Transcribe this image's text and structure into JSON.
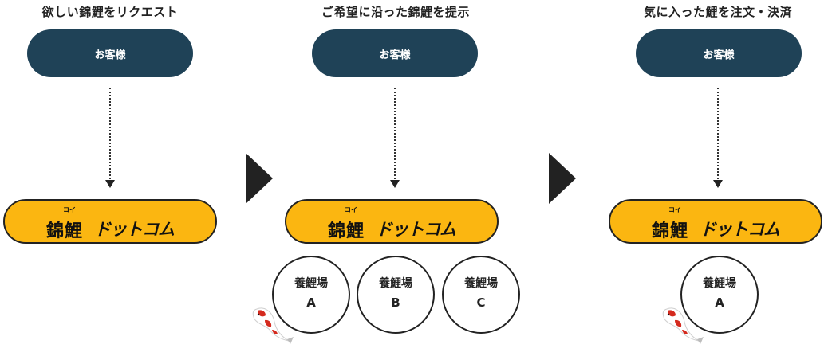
{
  "steps": [
    {
      "title": "欲しい錦鯉をリクエスト",
      "customer_label": "お客様",
      "service": {
        "kanji": "錦鯉",
        "ruby": "コイ",
        "katakana": "ドットコム"
      },
      "farms": []
    },
    {
      "title": "ご希望に沿った錦鯉を提示",
      "customer_label": "お客様",
      "service": {
        "kanji": "錦鯉",
        "ruby": "コイ",
        "katakana": "ドットコム"
      },
      "farms": [
        {
          "name": "養鯉場",
          "letter": "A"
        },
        {
          "name": "養鯉場",
          "letter": "B"
        },
        {
          "name": "養鯉場",
          "letter": "C"
        }
      ]
    },
    {
      "title": "気に入った鯉を注文・決済",
      "customer_label": "お客様",
      "service": {
        "kanji": "錦鯉",
        "ruby": "コイ",
        "katakana": "ドットコム"
      },
      "farms": [
        {
          "name": "養鯉場",
          "letter": "A"
        }
      ]
    }
  ],
  "colors": {
    "customer_bg": "#1f4257",
    "service_bg": "#fbb611",
    "outline": "#222222",
    "koi_red": "#d42a1e"
  },
  "icons": [
    "koi-fish-icon",
    "chevron-right-icon",
    "down-arrow-icon"
  ]
}
